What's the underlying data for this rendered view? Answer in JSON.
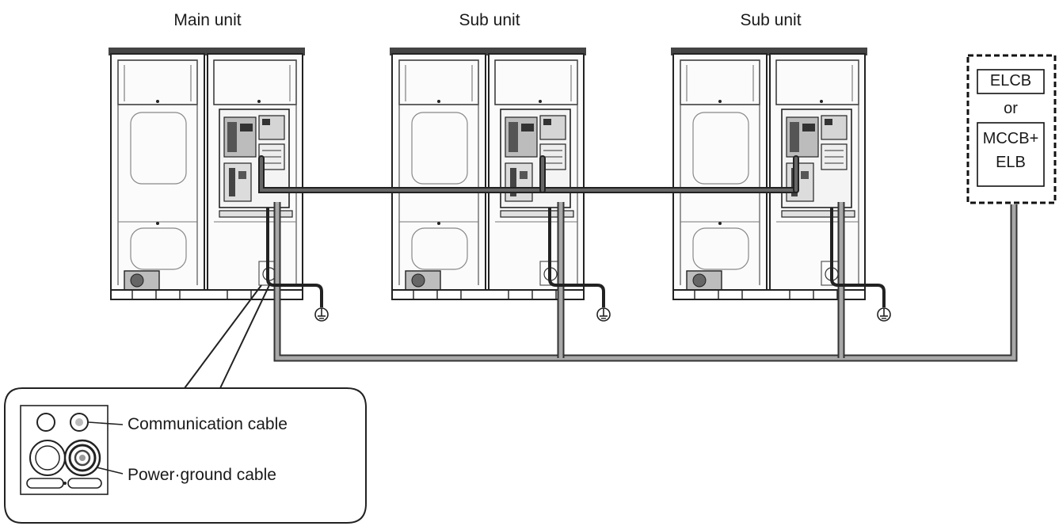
{
  "units": [
    {
      "title": "Main unit"
    },
    {
      "title": "Sub unit"
    },
    {
      "title": "Sub unit"
    }
  ],
  "breaker": {
    "line1": "ELCB",
    "connector": "or",
    "line2a": "MCCB+",
    "line2b": "ELB"
  },
  "detail": {
    "communication_label": "Communication cable",
    "power_label": "Power·ground cable"
  },
  "colors": {
    "communication_cable": "#444444",
    "power_cable": "#9a9a9a",
    "outline": "#222222"
  }
}
